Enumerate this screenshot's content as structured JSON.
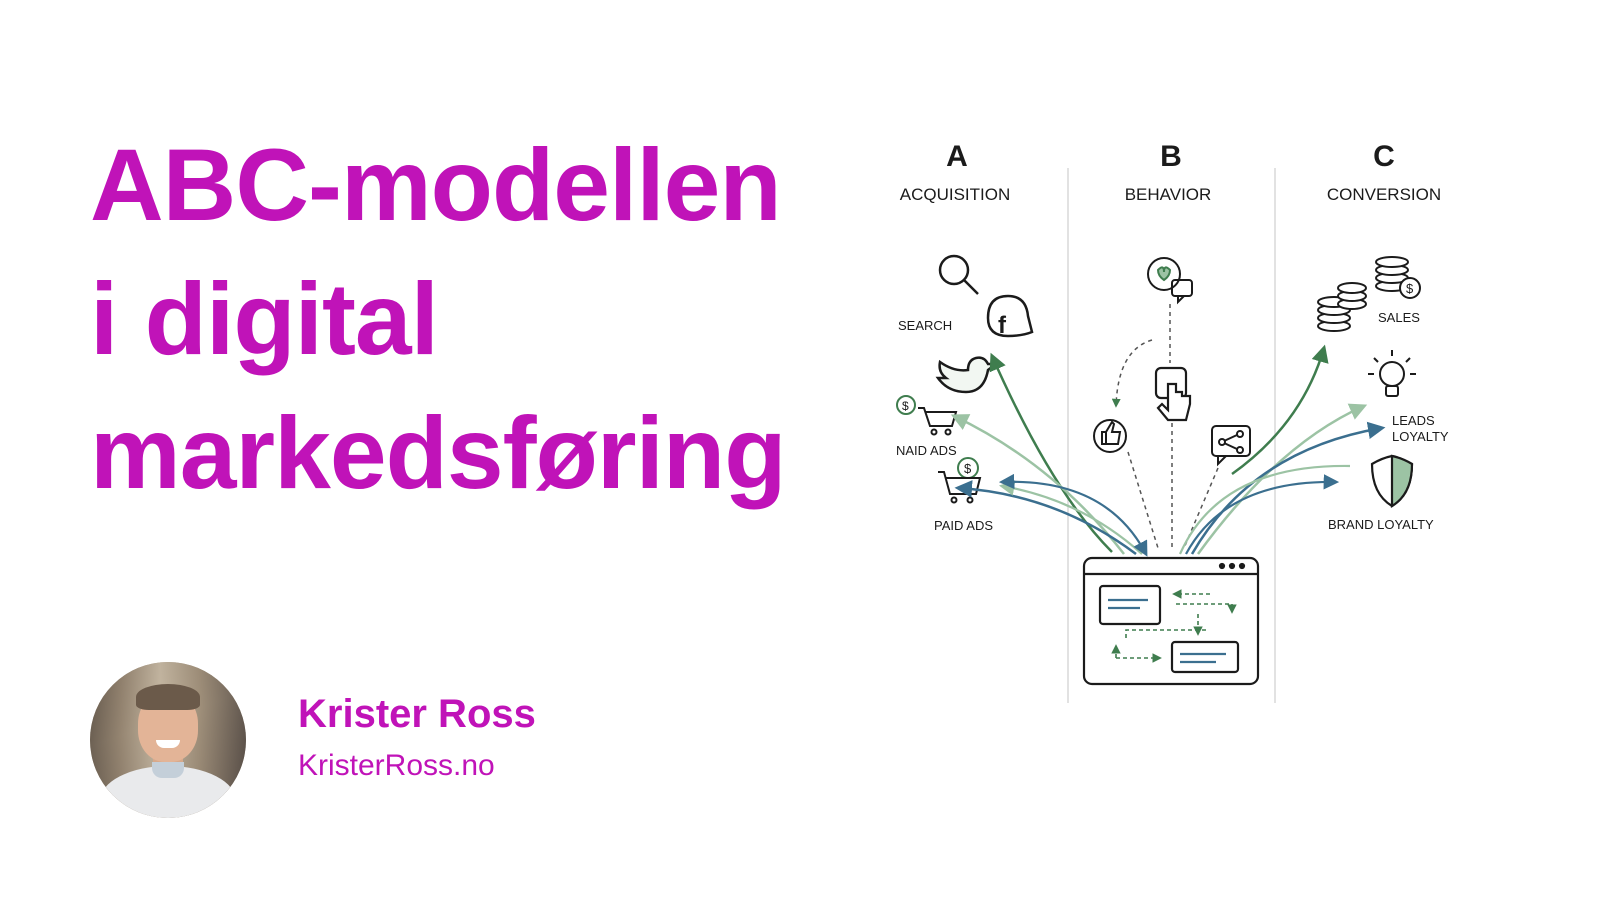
{
  "title": {
    "line1": "ABC-modellen",
    "line2": "i digital",
    "line3": "markedsføring"
  },
  "author": {
    "name": "Krister Ross",
    "website": "KristerRoss.no"
  },
  "diagram": {
    "columns": [
      {
        "letter": "A",
        "label": "ACQUISITION"
      },
      {
        "letter": "B",
        "label": "BEHAVIOR"
      },
      {
        "letter": "C",
        "label": "CONVERSION"
      }
    ],
    "acquisition_labels": {
      "search": "SEARCH",
      "naid_ads": "NAID ADS",
      "paid_ads": "PAID ADS"
    },
    "conversion_labels": {
      "sales": "SALES",
      "leads": "LEADS",
      "loyalty": "LOYALTY",
      "brand_loyalty": "BRAND LOYALTY"
    },
    "colors": {
      "dark_green": "#3f7d4e",
      "light_green": "#9cc3a4",
      "blue": "#3b6f8f",
      "title_magenta": "#c013b8"
    }
  }
}
